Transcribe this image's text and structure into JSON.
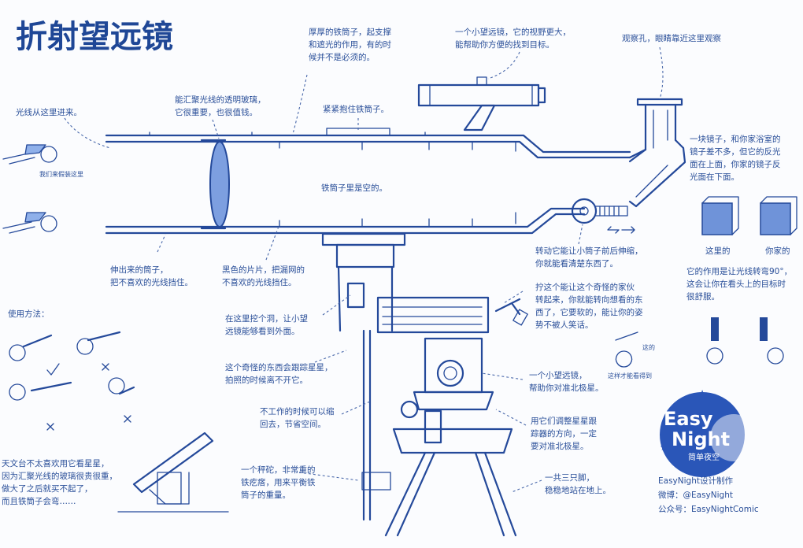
{
  "title": "折射望远镜",
  "annotations": {
    "light_in": "光线从这里进来。",
    "fake_wood": "我们来假装这里",
    "lens_1": "能汇聚光线的透明玻璃，",
    "lens_2": "它很重要，也很值钱。",
    "tube_support_1": "厚厚的铁筒子，起支撑",
    "tube_support_2": "和遮光的作用，有的时",
    "tube_support_3": "候并不是必须的。",
    "clamp": "紧紧抱住铁筒子。",
    "finder_top_1": "一个小望远镜，它的视野更大，",
    "finder_top_2": "能帮助你方便的找到目标。",
    "eyepiece": "观察孔，眼睛靠近这里观察",
    "tube_empty": "铁筒子里是空的。",
    "mirror_1": "一块镜子，和你家浴室的",
    "mirror_2": "镜子差不多，但它的反光",
    "mirror_3": "面在上面，你家的镜子反",
    "mirror_4": "光面在下面。",
    "this_one": "这里的",
    "yours": "你家的",
    "mirror_func_1": "它的作用是让光线转弯90°，",
    "mirror_func_2": "这会让你在看头上的目标时",
    "mirror_func_3": "很舒服。",
    "focus_1": "转动它能让小筒子前后伸缩，",
    "focus_2": "你就能看清楚东西了。",
    "dew_1": "伸出来的筒子，",
    "dew_2": "把不喜欢的光线挡住。",
    "baffle_1": "黑色的片片，把漏网的",
    "baffle_2": "不喜欢的光线挡住。",
    "hole_1": "在这里挖个洞，让小望",
    "hole_2": "远镜能够看到外面。",
    "lock_1": "拧这个能让这个奇怪的家伙",
    "lock_2": "转起来，你就能转向想看的东",
    "lock_3": "西了，它要软的，能让你的姿",
    "lock_4": "势不被人笑话。",
    "tracker_1": "这个奇怪的东西会跟踪星星，",
    "tracker_2": "拍照的时候离不开它。",
    "polar_1": "一个小望远镜，",
    "polar_2": "帮助你对准北极星。",
    "retract_1": "不工作的时候可以缩",
    "retract_2": "回去，节省空间。",
    "adjust_1": "用它们调整星星跟",
    "adjust_2": "踪器的方向，一定",
    "adjust_3": "要对准北极星。",
    "weight_1": "一个秤砣，非常重的",
    "weight_2": "铁疙瘩，用来平衡铁",
    "weight_3": "筒子的重量。",
    "legs_1": "一共三只脚，",
    "legs_2": "稳稳地站在地上。",
    "usage": "使用方法：",
    "bottom_1": "天文台不太喜欢用它看星星，",
    "bottom_2": "因为汇聚光线的玻璃很贵很重，",
    "bottom_3": "做大了之后就买不起了，",
    "bottom_4": "而且铁筒子会弯……",
    "person_small_1": "这的",
    "person_small_2": "这样才能看得到"
  },
  "brand": {
    "line1": "Easy",
    "line2": "Night",
    "cn": "简单夜空",
    "credit": "EasyNight设计制作",
    "weibo": "微博：@EasyNight",
    "wechat": "公众号：EasyNightComic"
  },
  "colors": {
    "ink": "#24499a",
    "glass": "#7d9fe0",
    "paper": "#fbfcfe"
  }
}
